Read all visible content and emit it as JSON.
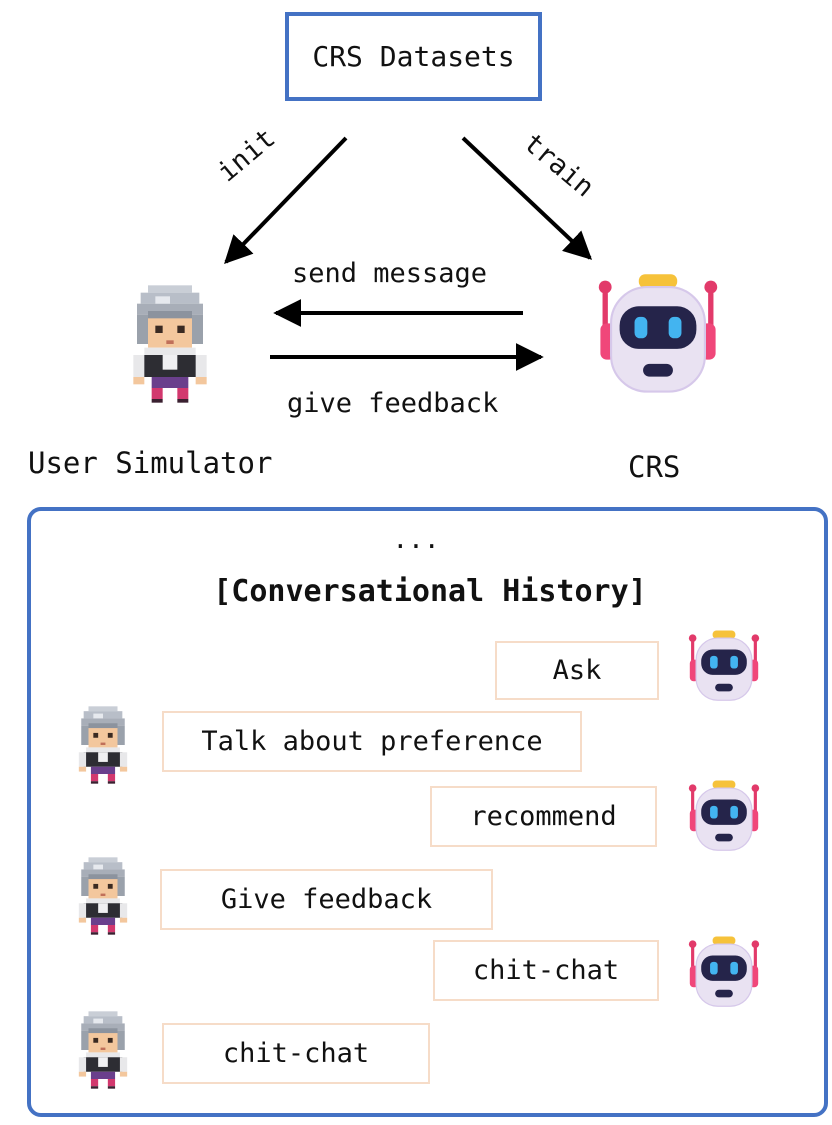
{
  "diagram": {
    "datasets_label": "CRS Datasets",
    "edges": {
      "init": "init",
      "train": "train",
      "send_message": "send message",
      "give_feedback": "give feedback"
    },
    "nodes": {
      "user": "User Simulator",
      "crs": "CRS"
    },
    "accent_color": "#4472c4",
    "bubble_border_color": "#f6dcc8"
  },
  "history": {
    "ellipsis": "...",
    "title": "[Conversational History]",
    "messages": [
      {
        "speaker": "crs",
        "text": "Ask"
      },
      {
        "speaker": "user",
        "text": "Talk about preference"
      },
      {
        "speaker": "crs",
        "text": "recommend"
      },
      {
        "speaker": "user",
        "text": "Give feedback"
      },
      {
        "speaker": "crs",
        "text": "chit-chat"
      },
      {
        "speaker": "user",
        "text": "chit-chat"
      }
    ]
  },
  "icons": {
    "user": "pixel-user-character-icon",
    "crs": "robot-icon"
  }
}
